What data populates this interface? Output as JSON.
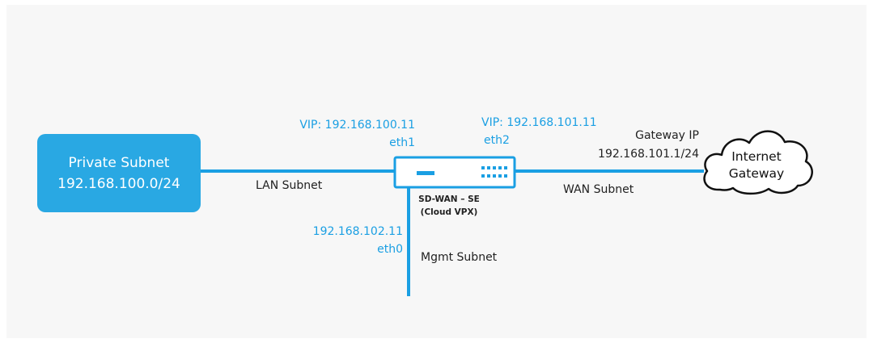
{
  "colors": {
    "accent_blue": "#29a8e3",
    "label_blue": "#1a9fe3",
    "line_blue": "#1a9fe3"
  },
  "private_subnet": {
    "title": "Private Subnet",
    "cidr": "192.168.100.0/24"
  },
  "lan": {
    "vip": "VIP: 192.168.100.11",
    "interface": "eth1",
    "subnet_label": "LAN Subnet"
  },
  "wan": {
    "vip": "VIP: 192.168.101.11",
    "interface": "eth2",
    "subnet_label": "WAN Subnet"
  },
  "gateway": {
    "label": "Gateway IP",
    "ip": "192.168.101.1/24"
  },
  "device": {
    "name": "SD-WAN – SE",
    "model": "(Cloud VPX)"
  },
  "mgmt": {
    "ip": "192.168.102.11",
    "interface": "eth0",
    "subnet_label": "Mgmt Subnet"
  },
  "internet": {
    "line1": "Internet",
    "line2": "Gateway"
  }
}
